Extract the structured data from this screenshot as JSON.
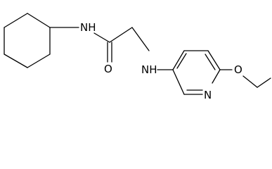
{
  "structure": {
    "atom_labels": {
      "amide_nitrogen": "NH",
      "carbonyl_oxygen": "O",
      "amine_nitrogen": "NH",
      "ring_nitrogen": "N",
      "ether_oxygen": "O"
    }
  },
  "colors": {
    "bond": "#000000",
    "background": "#ffffff"
  }
}
